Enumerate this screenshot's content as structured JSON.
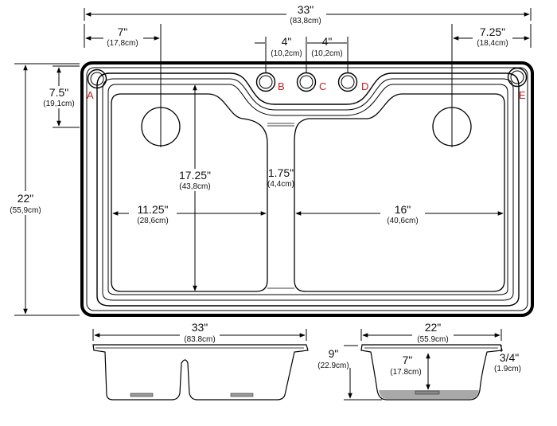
{
  "top_view": {
    "overall_width": {
      "imperial": "33\"",
      "metric": "(83,8cm)"
    },
    "left_faucet": {
      "imperial": "7\"",
      "metric": "(17,8cm)"
    },
    "spacing_b_c": {
      "imperial": "4\"",
      "metric": "(10,2cm)"
    },
    "spacing_c_d": {
      "imperial": "4\"",
      "metric": "(10,2cm)"
    },
    "right_faucet": {
      "imperial": "7.25\"",
      "metric": "(18,4cm)"
    },
    "hole_depth": {
      "imperial": "7.5\"",
      "metric": "(19,1cm)"
    },
    "overall_depth": {
      "imperial": "22\"",
      "metric": "(55,9cm)"
    },
    "bowl_length": {
      "imperial": "17.25\"",
      "metric": "(43,8cm)"
    },
    "divider": {
      "imperial": "1.75\"",
      "metric": "(4,4cm)"
    },
    "left_bowl": {
      "imperial": "11.25\"",
      "metric": "(28,6cm)"
    },
    "right_bowl": {
      "imperial": "16\"",
      "metric": "(40,6cm)"
    },
    "hole_labels": [
      "A",
      "B",
      "C",
      "D",
      "E"
    ]
  },
  "front_view": {
    "width": {
      "imperial": "33\"",
      "metric": "(83.8cm)"
    }
  },
  "side_view": {
    "width": {
      "imperial": "22\"",
      "metric": "(55.9cm)"
    },
    "depth": {
      "imperial": "9\"",
      "metric": "(22.9cm)"
    },
    "inner_depth": {
      "imperial": "7\"",
      "metric": "(17.8cm)"
    },
    "rim": {
      "imperial": "3/4\"",
      "metric": "(1.9cm)"
    }
  },
  "colors": {
    "line": "#000000",
    "hole_label": "#d31c1c",
    "drain": "#a8a8a8"
  }
}
